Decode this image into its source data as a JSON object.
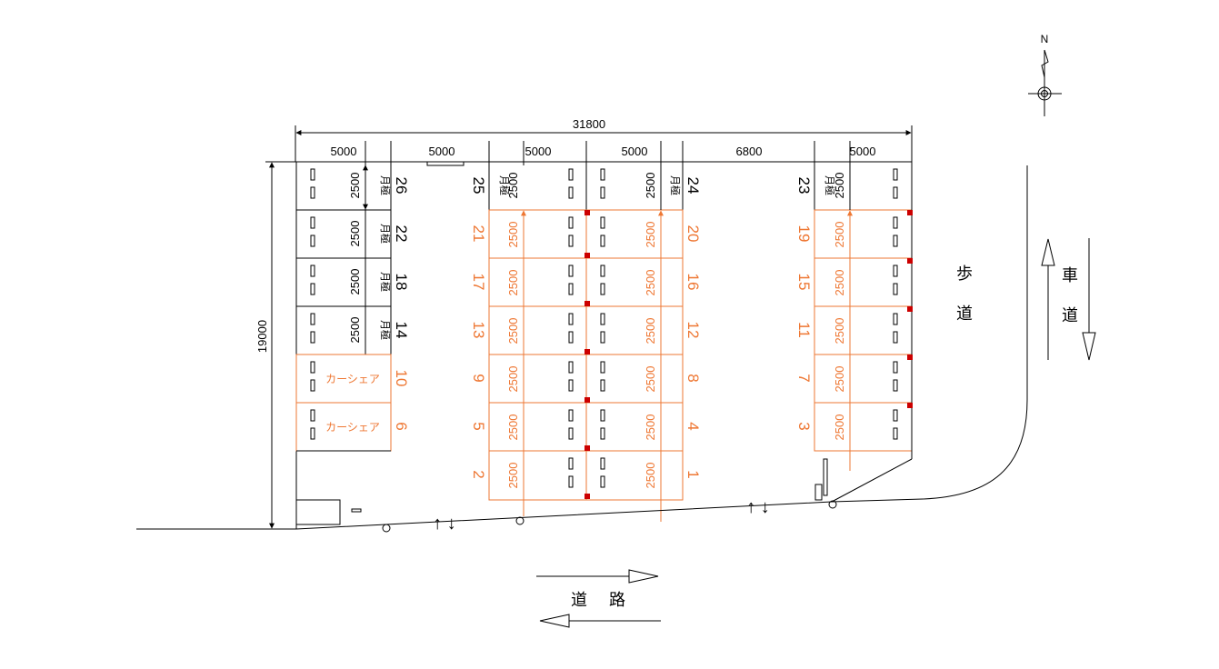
{
  "compass": {
    "north": "N"
  },
  "dimensions": {
    "total_width": "31800",
    "total_height": "19000",
    "segments": [
      "5000",
      "5000",
      "5000",
      "5000",
      "6800",
      "5000"
    ],
    "stall": "2500"
  },
  "labels": {
    "monthly": "月極",
    "car_share": "カーシェア",
    "sidewalk_1": "歩",
    "sidewalk_2": "道",
    "roadway_1": "車",
    "roadway_2": "道",
    "road_1": "道",
    "road_2": "路",
    "entrance_arrows": "↑ ↓"
  },
  "colors": {
    "line": "#000000",
    "accent": "#ee7733",
    "marker": "#cc0000"
  },
  "spaces": {
    "n1": "1",
    "n2": "2",
    "n3": "3",
    "n4": "4",
    "n5": "5",
    "n6": "6",
    "n7": "7",
    "n8": "8",
    "n9": "9",
    "n10": "10",
    "n11": "11",
    "n12": "12",
    "n13": "13",
    "n14": "14",
    "n15": "15",
    "n16": "16",
    "n17": "17",
    "n18": "18",
    "n19": "19",
    "n20": "20",
    "n21": "21",
    "n22": "22",
    "n23": "23",
    "n24": "24",
    "n25": "25",
    "n26": "26"
  }
}
